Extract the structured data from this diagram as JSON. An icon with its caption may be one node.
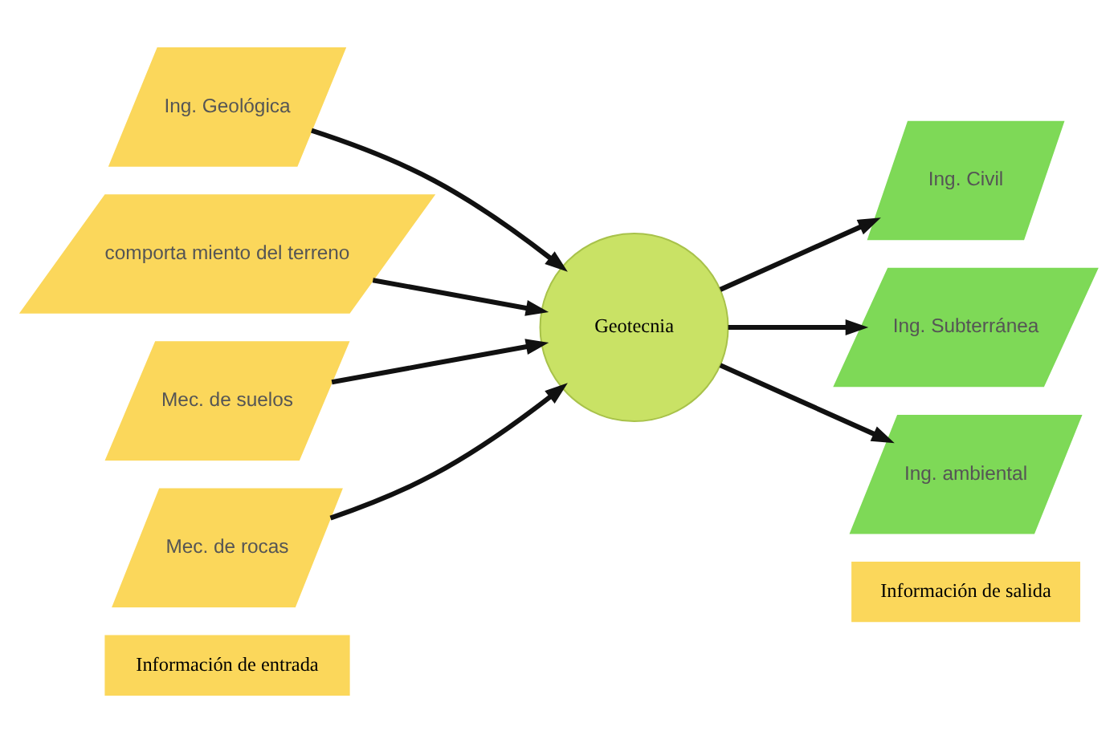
{
  "diagram": {
    "nodes": [
      {
        "text": [
          "Información de entrada"
        ]
      },
      {
        "text": [
          "Información de salida"
        ]
      },
      {
        "text": [
          "Ing. Geológica"
        ]
      },
      {
        "text": [
          "comporta miento del terreno"
        ]
      },
      {
        "text": [
          "Mec. de suelos"
        ]
      },
      {
        "text": [
          "Mec. de rocas"
        ]
      },
      {
        "text": [
          "Geotecnia"
        ]
      },
      {
        "text": [
          "Ing. Civil"
        ]
      },
      {
        "text": [
          "Ing. Subterránea"
        ]
      },
      {
        "text": [
          "Ing. ambiental"
        ]
      }
    ],
    "edges": [
      {
        "from": 2,
        "to": 6,
        "arrow": "to"
      },
      {
        "from": 3,
        "to": 6,
        "arrow": "to"
      },
      {
        "from": 4,
        "to": 6,
        "arrow": "to"
      },
      {
        "from": 5,
        "to": 6,
        "arrow": "to"
      },
      {
        "from": 6,
        "to": 7,
        "arrow": "to"
      },
      {
        "from": 6,
        "to": 8,
        "arrow": "to"
      },
      {
        "from": 6,
        "to": 9,
        "arrow": "to"
      }
    ]
  }
}
